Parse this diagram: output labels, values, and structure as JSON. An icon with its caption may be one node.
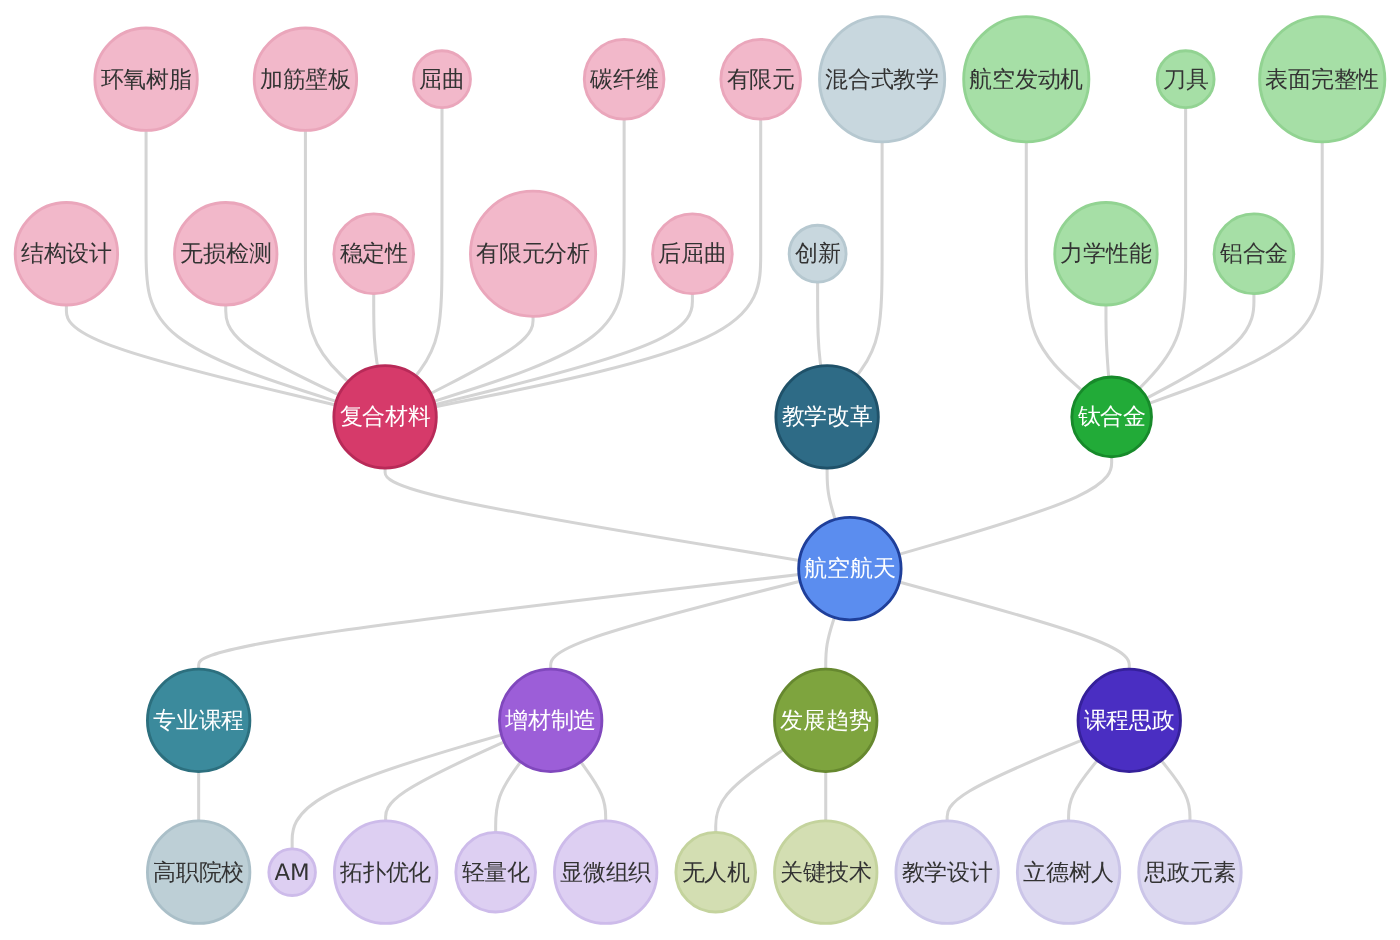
{
  "diagram": {
    "nodes": [
      {
        "text": [
          "航空航天"
        ]
      },
      {
        "text": [
          "复合材料"
        ]
      },
      {
        "text": [
          "结构设计"
        ]
      },
      {
        "text": [
          "环氧树脂"
        ]
      },
      {
        "text": [
          "无损检测"
        ]
      },
      {
        "text": [
          "加筋壁板"
        ]
      },
      {
        "text": [
          "稳定性"
        ]
      },
      {
        "text": [
          "屈曲"
        ]
      },
      {
        "text": [
          "有限元分析"
        ]
      },
      {
        "text": [
          "碳纤维"
        ]
      },
      {
        "text": [
          "后屈曲"
        ]
      },
      {
        "text": [
          "有限元"
        ]
      },
      {
        "text": [
          "教学改革"
        ]
      },
      {
        "text": [
          "创新"
        ]
      },
      {
        "text": [
          "混合式教学"
        ]
      },
      {
        "text": [
          "钛合金"
        ]
      },
      {
        "text": [
          "航空发动机"
        ]
      },
      {
        "text": [
          "力学性能"
        ]
      },
      {
        "text": [
          "刀具"
        ]
      },
      {
        "text": [
          "铝合金"
        ]
      },
      {
        "text": [
          "表面完整性"
        ]
      },
      {
        "text": [
          "专业课程"
        ]
      },
      {
        "text": [
          "高职院校"
        ]
      },
      {
        "text": [
          "增材制造"
        ]
      },
      {
        "text": [
          "AM"
        ]
      },
      {
        "text": [
          "拓扑优化"
        ]
      },
      {
        "text": [
          "轻量化"
        ]
      },
      {
        "text": [
          "显微组织"
        ]
      },
      {
        "text": [
          "发展趋势"
        ]
      },
      {
        "text": [
          "无人机"
        ]
      },
      {
        "text": [
          "关键技术"
        ]
      },
      {
        "text": [
          "课程思政"
        ]
      },
      {
        "text": [
          "教学设计"
        ]
      },
      {
        "text": [
          "立德树人"
        ]
      },
      {
        "text": [
          "思政元素"
        ]
      }
    ],
    "edges": [
      {
        "from": 1,
        "to": 0,
        "arrow": "none"
      },
      {
        "from": 12,
        "to": 0,
        "arrow": "none"
      },
      {
        "from": 15,
        "to": 0,
        "arrow": "none"
      },
      {
        "from": 0,
        "to": 21,
        "arrow": "none"
      },
      {
        "from": 0,
        "to": 23,
        "arrow": "none"
      },
      {
        "from": 0,
        "to": 28,
        "arrow": "none"
      },
      {
        "from": 0,
        "to": 31,
        "arrow": "none"
      },
      {
        "from": 2,
        "to": 1,
        "arrow": "none"
      },
      {
        "from": 3,
        "to": 1,
        "arrow": "none"
      },
      {
        "from": 4,
        "to": 1,
        "arrow": "none"
      },
      {
        "from": 5,
        "to": 1,
        "arrow": "none"
      },
      {
        "from": 6,
        "to": 1,
        "arrow": "none"
      },
      {
        "from": 7,
        "to": 1,
        "arrow": "none"
      },
      {
        "from": 8,
        "to": 1,
        "arrow": "none"
      },
      {
        "from": 9,
        "to": 1,
        "arrow": "none"
      },
      {
        "from": 10,
        "to": 1,
        "arrow": "none"
      },
      {
        "from": 11,
        "to": 1,
        "arrow": "none"
      },
      {
        "from": 13,
        "to": 12,
        "arrow": "none"
      },
      {
        "from": 14,
        "to": 12,
        "arrow": "none"
      },
      {
        "from": 16,
        "to": 15,
        "arrow": "none"
      },
      {
        "from": 17,
        "to": 15,
        "arrow": "none"
      },
      {
        "from": 18,
        "to": 15,
        "arrow": "none"
      },
      {
        "from": 19,
        "to": 15,
        "arrow": "none"
      },
      {
        "from": 20,
        "to": 15,
        "arrow": "none"
      },
      {
        "from": 21,
        "to": 22,
        "arrow": "none"
      },
      {
        "from": 23,
        "to": 24,
        "arrow": "none"
      },
      {
        "from": 23,
        "to": 25,
        "arrow": "none"
      },
      {
        "from": 23,
        "to": 26,
        "arrow": "none"
      },
      {
        "from": 23,
        "to": 27,
        "arrow": "none"
      },
      {
        "from": 28,
        "to": 29,
        "arrow": "none"
      },
      {
        "from": 28,
        "to": 30,
        "arrow": "none"
      },
      {
        "from": 31,
        "to": 32,
        "arrow": "none"
      },
      {
        "from": 31,
        "to": 33,
        "arrow": "none"
      },
      {
        "from": 31,
        "to": 34,
        "arrow": "none"
      }
    ]
  }
}
